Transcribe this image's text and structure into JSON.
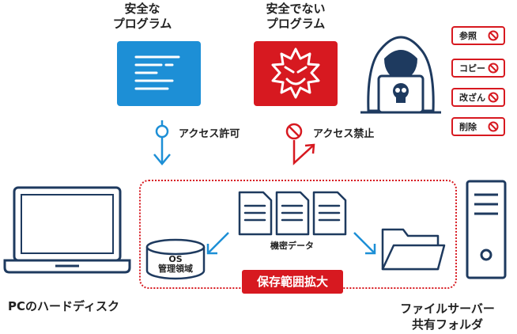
{
  "safe_program": {
    "title_line1": "安全な",
    "title_line2": "プログラム"
  },
  "unsafe_program": {
    "title_line1": "安全でない",
    "title_line2": "プログラム"
  },
  "access_allowed": "アクセス許可",
  "access_denied": "アクセス禁止",
  "attack_actions": [
    "参照",
    "コピー",
    "改ざん",
    "削除"
  ],
  "os_area": {
    "line1": "OS",
    "line2": "管理領域"
  },
  "confidential_data": "機密データ",
  "protection_badge": "保存範囲拡大",
  "pc_disk": "PCのハードディスク",
  "file_server": {
    "line1": "ファイルサーバー",
    "line2": "共有フォルダ"
  },
  "colors": {
    "blue": "#1d8fd6",
    "red": "#d71920",
    "navy": "#1e3a5f"
  }
}
